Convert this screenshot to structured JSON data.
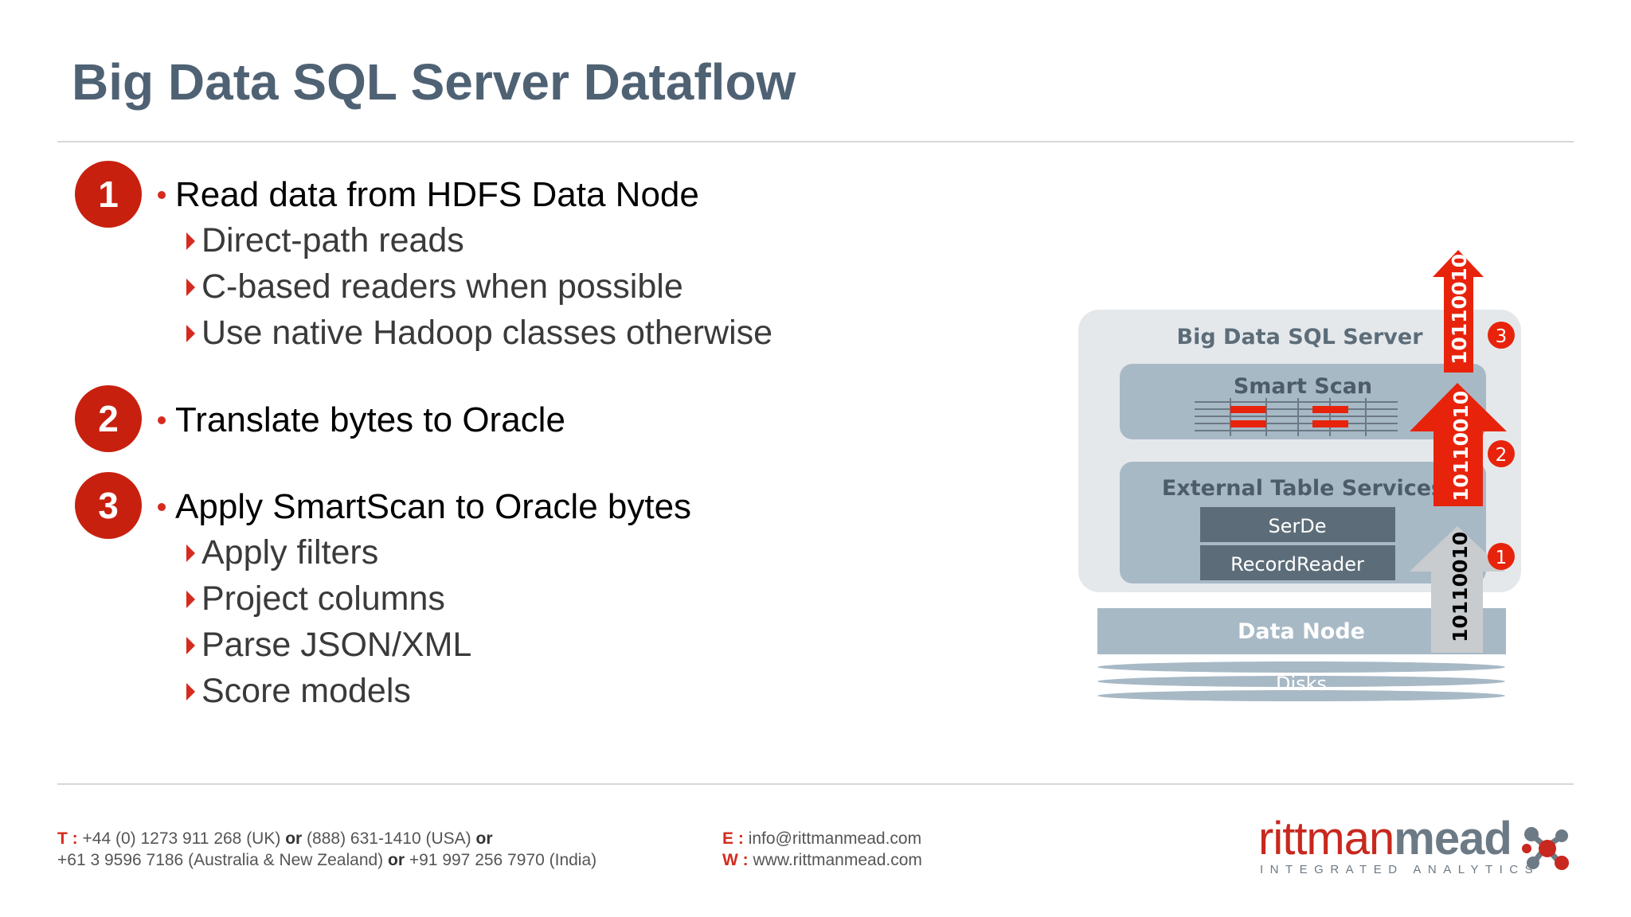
{
  "title": "Big Data SQL Server Dataflow",
  "steps": [
    {
      "number": "1",
      "text": "Read data from HDFS Data Node",
      "subitems": [
        "Direct-path reads",
        "C-based readers when possible",
        "Use native Hadoop classes otherwise"
      ]
    },
    {
      "number": "2",
      "text": "Translate bytes to Oracle",
      "subitems": []
    },
    {
      "number": "3",
      "text": "Apply SmartScan to Oracle bytes",
      "subitems": [
        "Apply filters",
        "Project columns",
        "Parse JSON/XML",
        "Score models"
      ]
    }
  ],
  "diagram": {
    "server_label": "Big Data SQL Server",
    "smart_scan_label": "Smart Scan",
    "external_services_label": "External Table Services",
    "serde_label": "SerDe",
    "recordreader_label": "RecordReader",
    "data_node_label": "Data Node",
    "disks_label": "Disks",
    "bits_label": "10110010",
    "markers": [
      "1",
      "2",
      "3"
    ],
    "colors": {
      "arrow_red": "#e8230c",
      "arrow_grey": "#c9cccf",
      "outer_box": "#e5e8eb",
      "inner_box": "#a8b9c6",
      "dark_box": "#5c6d79",
      "marker_red": "#e8230c"
    }
  },
  "footer": {
    "phone_label": "T :",
    "phone_line1_a": "+44 (0) 1273 911 268 (UK)",
    "phone_line1_or1": "or",
    "phone_line1_b": "(888) 631-1410 (USA)",
    "phone_line1_or2": "or",
    "phone_line2_a": "+61 3 9596 7186 (Australia & New Zealand)",
    "phone_line2_or": "or",
    "phone_line2_b": "+91 997 256 7970 (India)",
    "email_label": "E :",
    "email": "info@rittmanmead.com",
    "web_label": "W :",
    "web": "www.rittmanmead.com"
  },
  "logo": {
    "part1": "rittman",
    "part2": "mead",
    "tagline": "INTEGRATED ANALYTICS"
  }
}
